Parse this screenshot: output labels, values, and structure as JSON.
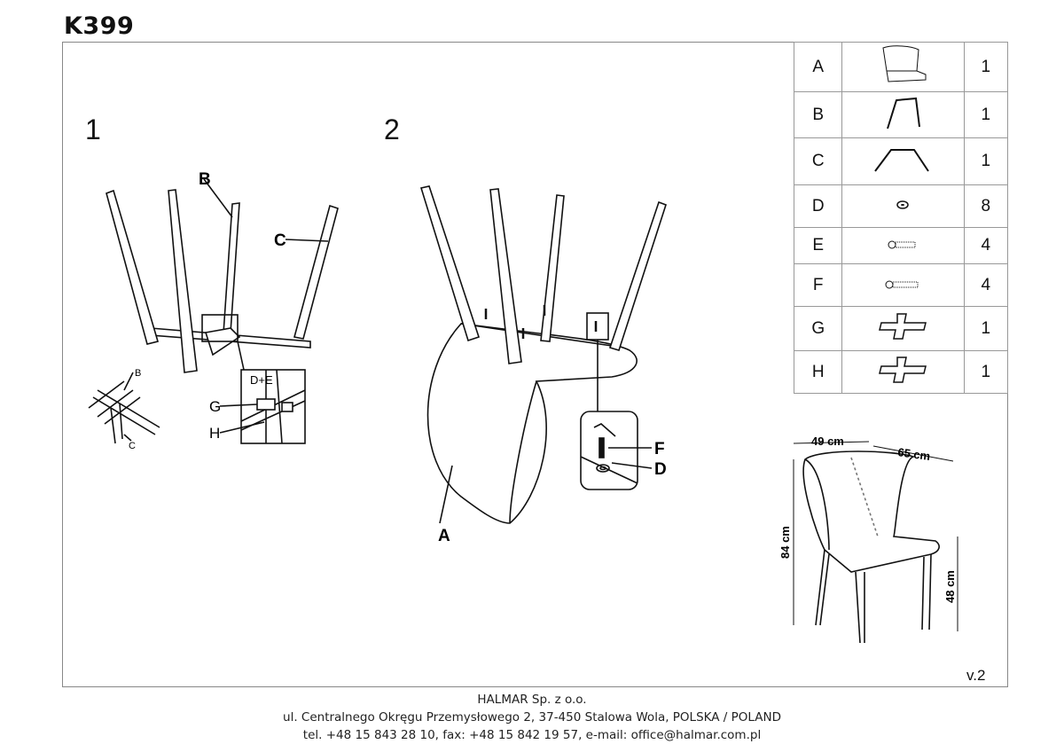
{
  "header": {
    "model": "K399"
  },
  "steps": [
    {
      "number": "1"
    },
    {
      "number": "2"
    }
  ],
  "parts": [
    {
      "label": "A",
      "icon": "seat-backrest-icon",
      "count": "1"
    },
    {
      "label": "B",
      "icon": "front-legs-icon",
      "count": "1"
    },
    {
      "label": "C",
      "icon": "rear-legs-icon",
      "count": "1"
    },
    {
      "label": "D",
      "icon": "washer-icon",
      "count": "8"
    },
    {
      "label": "E",
      "icon": "short-bolt-icon",
      "count": "4"
    },
    {
      "label": "F",
      "icon": "long-bolt-icon",
      "count": "4"
    },
    {
      "label": "G",
      "icon": "cross-plate-icon",
      "count": "1"
    },
    {
      "label": "H",
      "icon": "cross-plate-icon",
      "count": "1"
    }
  ],
  "step1": {
    "label_b": "B",
    "label_c": "C",
    "detail_de": "D+E",
    "label_g": "G",
    "label_h": "H",
    "small_b": "B",
    "small_c": "C"
  },
  "step2": {
    "label_a": "A",
    "label_f": "F",
    "label_d": "D"
  },
  "dimensions": {
    "width": "49 cm",
    "depth": "65 cm",
    "height": "84 cm",
    "seat_height": "48 cm"
  },
  "version": "v.2",
  "footer": {
    "company": "HALMAR Sp. z o.o.",
    "address": "ul. Centralnego Okręgu Przemysłowego 2, 37-450 Stalowa Wola, POLSKA / POLAND",
    "contact": "tel. +48 15 843 28 10, fax: +48 15 842 19 57, e-mail: office@halmar.com.pl"
  }
}
